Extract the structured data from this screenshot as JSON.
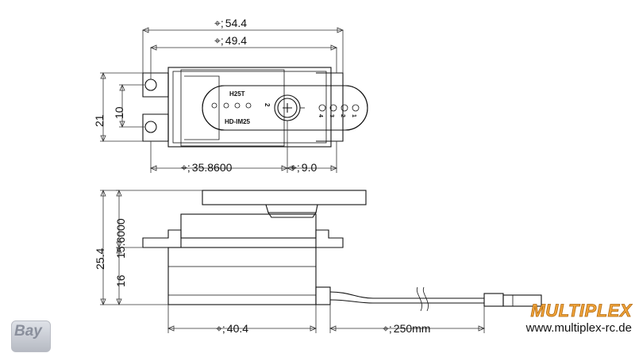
{
  "top_view": {
    "dim_overall_width": "54.4",
    "dim_hole_spacing": "49.4",
    "dim_height": "21",
    "dim_hole_height": "10",
    "dim_shaft_offset": "35.8600",
    "dim_shaft_to_end": "9.0",
    "label_model_top": "H25T",
    "label_model_bottom": "HD-IM25",
    "arm_hole_marker": "2",
    "arm_hole_labels": [
      "4",
      "3",
      "2",
      "1"
    ]
  },
  "side_view": {
    "dim_total_height": "25.4",
    "dim_case_height": "16",
    "dim_arm_height": "15.6000",
    "dim_length": "40.4",
    "dim_cable_length": "250mm"
  },
  "brand": {
    "logo_text": "MULTIPLEX",
    "website": "www.multiplex-rc.de"
  },
  "watermark": {
    "text": "Bay"
  },
  "dimension_symbol": "⌖;"
}
